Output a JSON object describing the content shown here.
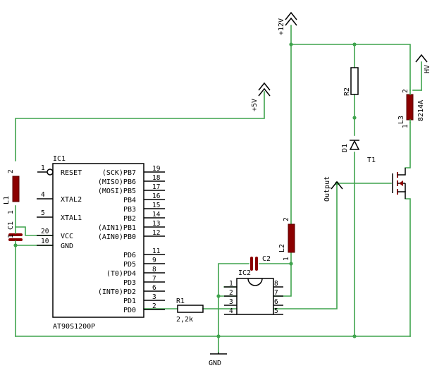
{
  "supplies": {
    "plus12v": "+12V",
    "plus5v": "+5V",
    "hv": "HV",
    "gnd": "GND",
    "output": "Output"
  },
  "ic1": {
    "ref": "IC1",
    "part": "AT90S1200P",
    "left_pins": [
      {
        "num": "1",
        "name": "RESET"
      },
      {
        "num": "4",
        "name": "XTAL2"
      },
      {
        "num": "5",
        "name": "XTAL1"
      },
      {
        "num": "20",
        "name": "VCC"
      },
      {
        "num": "10",
        "name": "GND"
      }
    ],
    "right_pins": [
      {
        "num": "19",
        "name": "(SCK)PB7"
      },
      {
        "num": "18",
        "name": "(MISO)PB6"
      },
      {
        "num": "17",
        "name": "(MOSI)PB5"
      },
      {
        "num": "16",
        "name": "PB4"
      },
      {
        "num": "15",
        "name": "PB3"
      },
      {
        "num": "14",
        "name": "PB2"
      },
      {
        "num": "13",
        "name": "(AIN1)PB1"
      },
      {
        "num": "12",
        "name": "(AIN0)PB0"
      },
      {
        "num": "11",
        "name": "PD6"
      },
      {
        "num": "9",
        "name": "PD5"
      },
      {
        "num": "8",
        "name": "(T0)PD4"
      },
      {
        "num": "7",
        "name": "PD3"
      },
      {
        "num": "6",
        "name": "(INT0)PD2"
      },
      {
        "num": "3",
        "name": "PD1"
      },
      {
        "num": "2",
        "name": "PD0"
      }
    ]
  },
  "ic2": {
    "ref": "IC2",
    "left_pins": [
      "1",
      "2",
      "3",
      "4"
    ],
    "right_pins": [
      "8",
      "7",
      "6",
      "5"
    ]
  },
  "components": {
    "r1": {
      "ref": "R1",
      "value": "2,2k"
    },
    "r2": {
      "ref": "R2"
    },
    "c1": {
      "ref": "C1",
      "pin1": "1"
    },
    "c2": {
      "ref": "C2"
    },
    "l1": {
      "ref": "L1",
      "pin1": "1",
      "pin2": "2"
    },
    "l2": {
      "ref": "L2",
      "pin1": "1",
      "pin2": "2"
    },
    "l3": {
      "ref": "L3",
      "value": "8214A",
      "pin1": "1",
      "pin2": "2"
    },
    "d1": {
      "ref": "D1"
    },
    "t1": {
      "ref": "T1"
    }
  },
  "colors": {
    "wire": "#3fa34d",
    "component_body": "#8b0000",
    "outline": "#000000"
  }
}
